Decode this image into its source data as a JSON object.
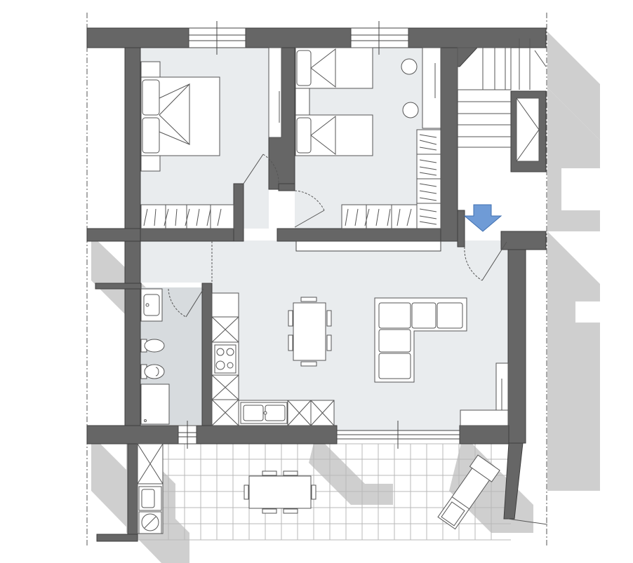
{
  "colors": {
    "background": "#ffffff",
    "wall": "#666666",
    "wall_outline": "#3d3d3d",
    "shadow": "#cfcfcf",
    "floor": "#e9ecee",
    "bathroom_floor": "#d7dbde",
    "furniture_fill": "#ffffff",
    "furniture_stroke": "#555555",
    "terrace_tile_line": "#b9b9b9",
    "entrance_arrow": "#6f9bd6",
    "entrance_arrow_outline": "#3f6fb0"
  },
  "icons": {
    "entrance": "down-arrow-icon",
    "hob": "cooktop-icon",
    "sink": "sink-icon",
    "toilet": "toilet-icon",
    "bidet": "bidet-icon",
    "washing_machine": "washing-machine-icon"
  },
  "rooms": [
    "master-bedroom",
    "twin-bedroom",
    "living-kitchen",
    "bathroom",
    "hallway",
    "stairwell",
    "terrace"
  ]
}
